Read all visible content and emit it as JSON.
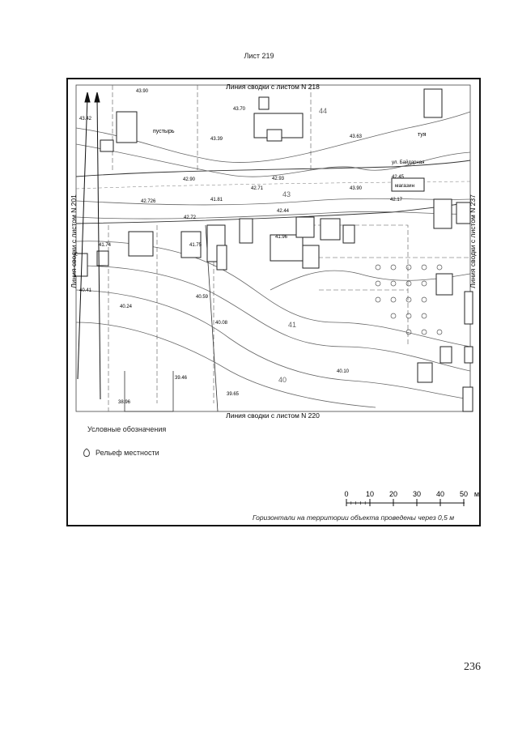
{
  "sheet": {
    "title": "Лист 219"
  },
  "map": {
    "match_top": "Линия сводки с листом N 218",
    "match_bottom": "Линия сводки с листом N 220",
    "match_left": "Линия сводки с листом N 201",
    "match_right": "Линия сводки с листом N 237",
    "place_labels": [
      "пустырь",
      "туя",
      "магазин",
      "ул. Байдарная"
    ],
    "contour_labels": [
      "44",
      "43",
      "41",
      "40"
    ],
    "spot_heights": [
      "43.90",
      "43.42",
      "43.70",
      "43.39",
      "43.63",
      "42.90",
      "42.93",
      "42.71",
      "42.45",
      "43.90",
      "42.726",
      "41.81",
      "42.44",
      "42.17",
      "42.72",
      "41.74",
      "41.75",
      "41.96",
      "40.41",
      "40.24",
      "40.59",
      "40.08",
      "39.46",
      "40.10",
      "39.65",
      "38.96"
    ]
  },
  "legend": {
    "title": "Условные обозначения",
    "item_label": "Рельеф местности"
  },
  "scale": {
    "ticks": [
      "0",
      "10",
      "20",
      "30",
      "40",
      "50"
    ],
    "unit": "м"
  },
  "note": "Горизонтали на территории объекта проведены через 0,5 м",
  "page_number": "236"
}
